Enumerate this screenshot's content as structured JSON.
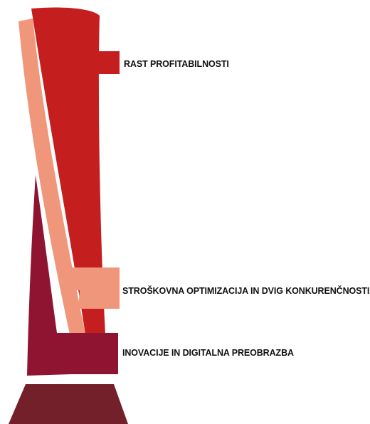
{
  "pillars": [
    {
      "id": "profitability",
      "label": "RAST PROFITABILNOSTI",
      "color": "#c41e1e"
    },
    {
      "id": "cost-optimization",
      "label": "STROŠKOVNA OPTIMIZACIJA IN DVIG KONKURENČNOSTI",
      "color": "#f0967a"
    },
    {
      "id": "innovation",
      "label": "INOVACIJE IN DIGITALNA PREOBRAZBA",
      "color": "#8e1432"
    }
  ],
  "base": {
    "color": "#74202a"
  }
}
